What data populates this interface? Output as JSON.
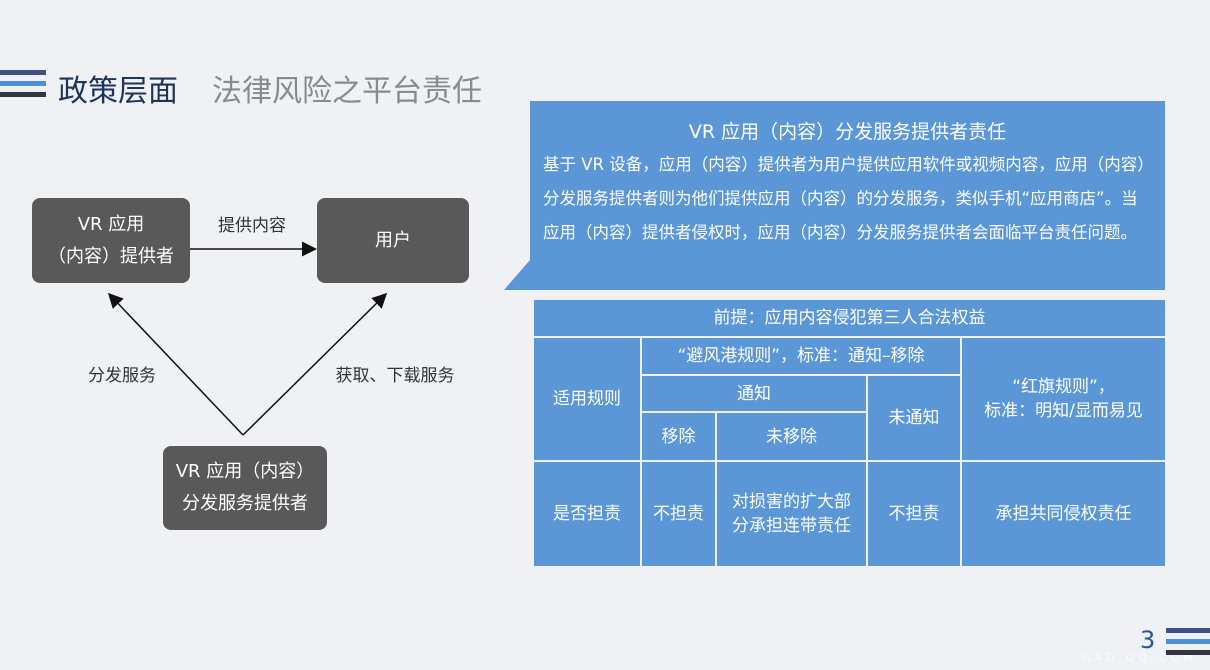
{
  "header": {
    "title": "政策层面",
    "subtitle": "法律风险之平台责任"
  },
  "diagram": {
    "provider": [
      "VR 应用",
      "（内容）提供者"
    ],
    "user": "用户",
    "distributor": [
      "VR 应用（内容）",
      "分发服务提供者"
    ],
    "edge_provide": "提供内容",
    "edge_distribute": "分发服务",
    "edge_download": "获取、下载服务"
  },
  "callout": {
    "title": "VR 应用（内容）分发服务提供者责任",
    "body": "基于 VR 设备，应用（内容）提供者为用户提供应用软件或视频内容，应用（内容）分发服务提供者则为他们提供应用（内容）的分发服务，类似手机“应用商店”。当应用（内容）提供者侵权时，应用（内容）分发服务提供者会面临平台责任问题。"
  },
  "table": {
    "premise": "前提：应用内容侵犯第三人合法权益",
    "rule_label": "适用规则",
    "safe_harbor": "“避风港规则”，标准：通知–移除",
    "notice": "通知",
    "no_notice": "未通知",
    "removed": "移除",
    "not_removed": "未移除",
    "red_flag": [
      "“红旗规则”，",
      "标准：明知/显而易见"
    ],
    "liability_label": "是否担责",
    "no_liab1": "不担责",
    "partial": [
      "对损害的扩大部",
      "分承担连带责任"
    ],
    "no_liab2": "不担责",
    "joint": "承担共同侵权责任"
  },
  "footer": {
    "page": "3",
    "watermark": "GAD.QQ.COM"
  },
  "colors": {
    "accent": "#5b97d6",
    "box": "#595959"
  }
}
